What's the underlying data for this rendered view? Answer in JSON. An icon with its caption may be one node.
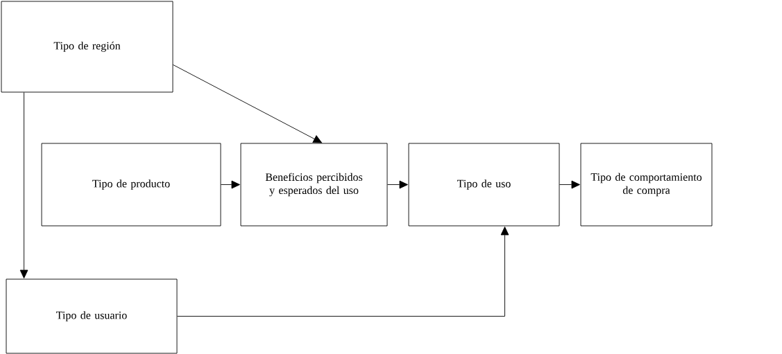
{
  "diagram": {
    "nodes": [
      {
        "text": [
          "Tipo de región"
        ]
      },
      {
        "text": [
          "Tipo de producto"
        ]
      },
      {
        "text": [
          "Beneficios percibidos y esperados del uso"
        ]
      },
      {
        "text": [
          "Tipo de uso"
        ]
      },
      {
        "text": [
          "Tipo de comportamiento de compra"
        ]
      },
      {
        "text": [
          "Tipo de usuario"
        ]
      }
    ],
    "edges": [
      {
        "from": 0,
        "to": 2,
        "arrow": "to"
      },
      {
        "from": 1,
        "to": 2,
        "arrow": "to"
      },
      {
        "from": 2,
        "to": 3,
        "arrow": "to"
      },
      {
        "from": 3,
        "to": 4,
        "arrow": "to"
      },
      {
        "from": 0,
        "to": 5,
        "arrow": "to"
      },
      {
        "from": 5,
        "to": 3,
        "arrow": "to"
      }
    ]
  }
}
